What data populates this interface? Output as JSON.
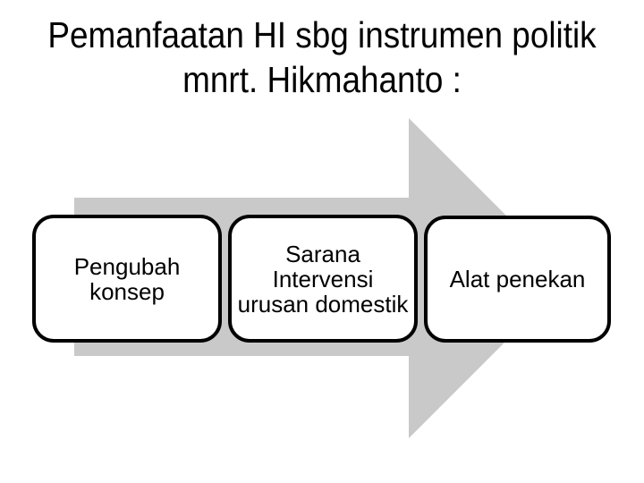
{
  "slide": {
    "title": {
      "line1": "Pemanfaatan HI sbg instrumen politik",
      "line2": "mnrt. Hikmahanto :"
    },
    "arrow": {
      "name": "right-arrow",
      "color": "#c9c9c9"
    },
    "boxes": [
      {
        "label": "Pengubah\nkonsep"
      },
      {
        "label": "Sarana\nIntervensi\nurusan domestik"
      },
      {
        "label": "Alat penekan"
      }
    ]
  }
}
